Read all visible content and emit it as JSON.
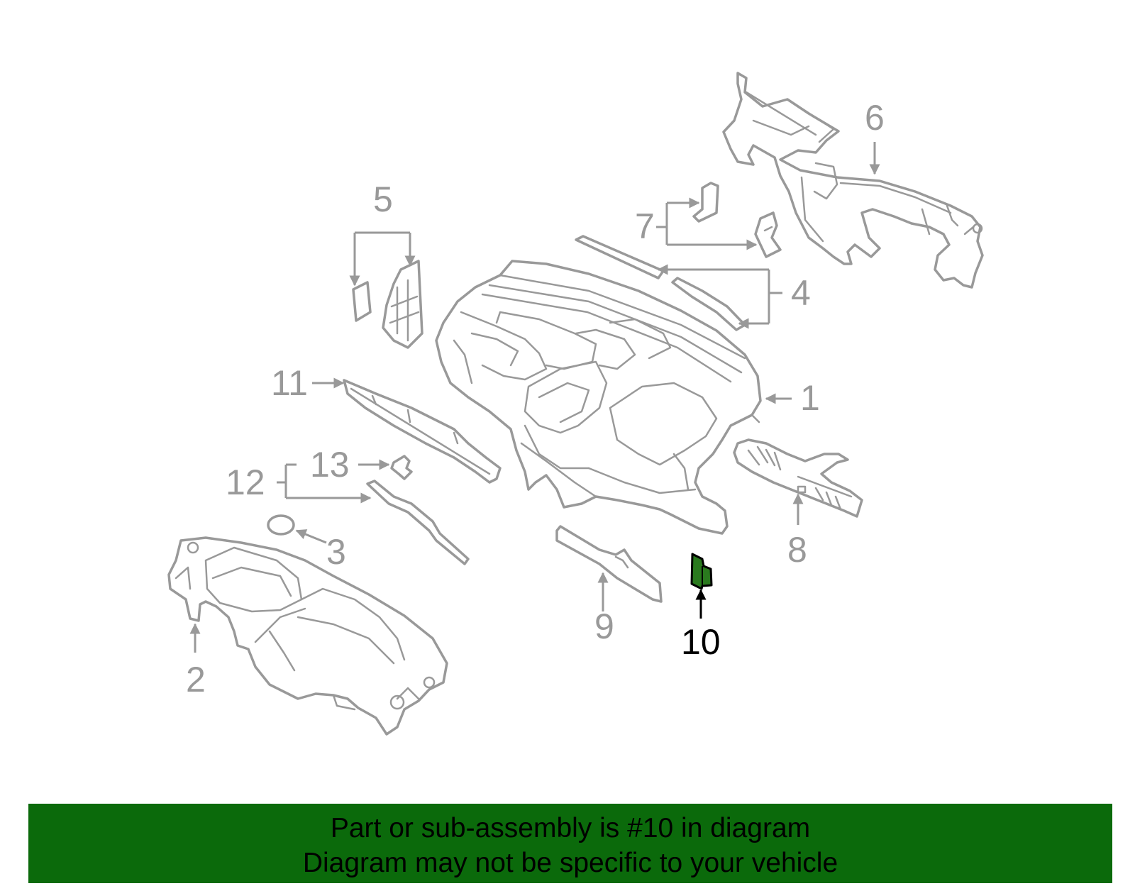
{
  "callouts": {
    "c1": "1",
    "c2": "2",
    "c3": "3",
    "c4": "4",
    "c5": "5",
    "c6": "6",
    "c7": "7",
    "c8": "8",
    "c9": "9",
    "c10": "10",
    "c11": "11",
    "c12": "12",
    "c13": "13"
  },
  "highlight": {
    "part": "10",
    "fill": "#2a7a1e",
    "outline": "#000000"
  },
  "colors": {
    "line_art": "#999999",
    "banner": "#0b6a0b",
    "banner_text": "#000000"
  },
  "banner": {
    "line1": "Part or sub-assembly is #10 in diagram",
    "line2": "Diagram may not be specific to your vehicle"
  }
}
